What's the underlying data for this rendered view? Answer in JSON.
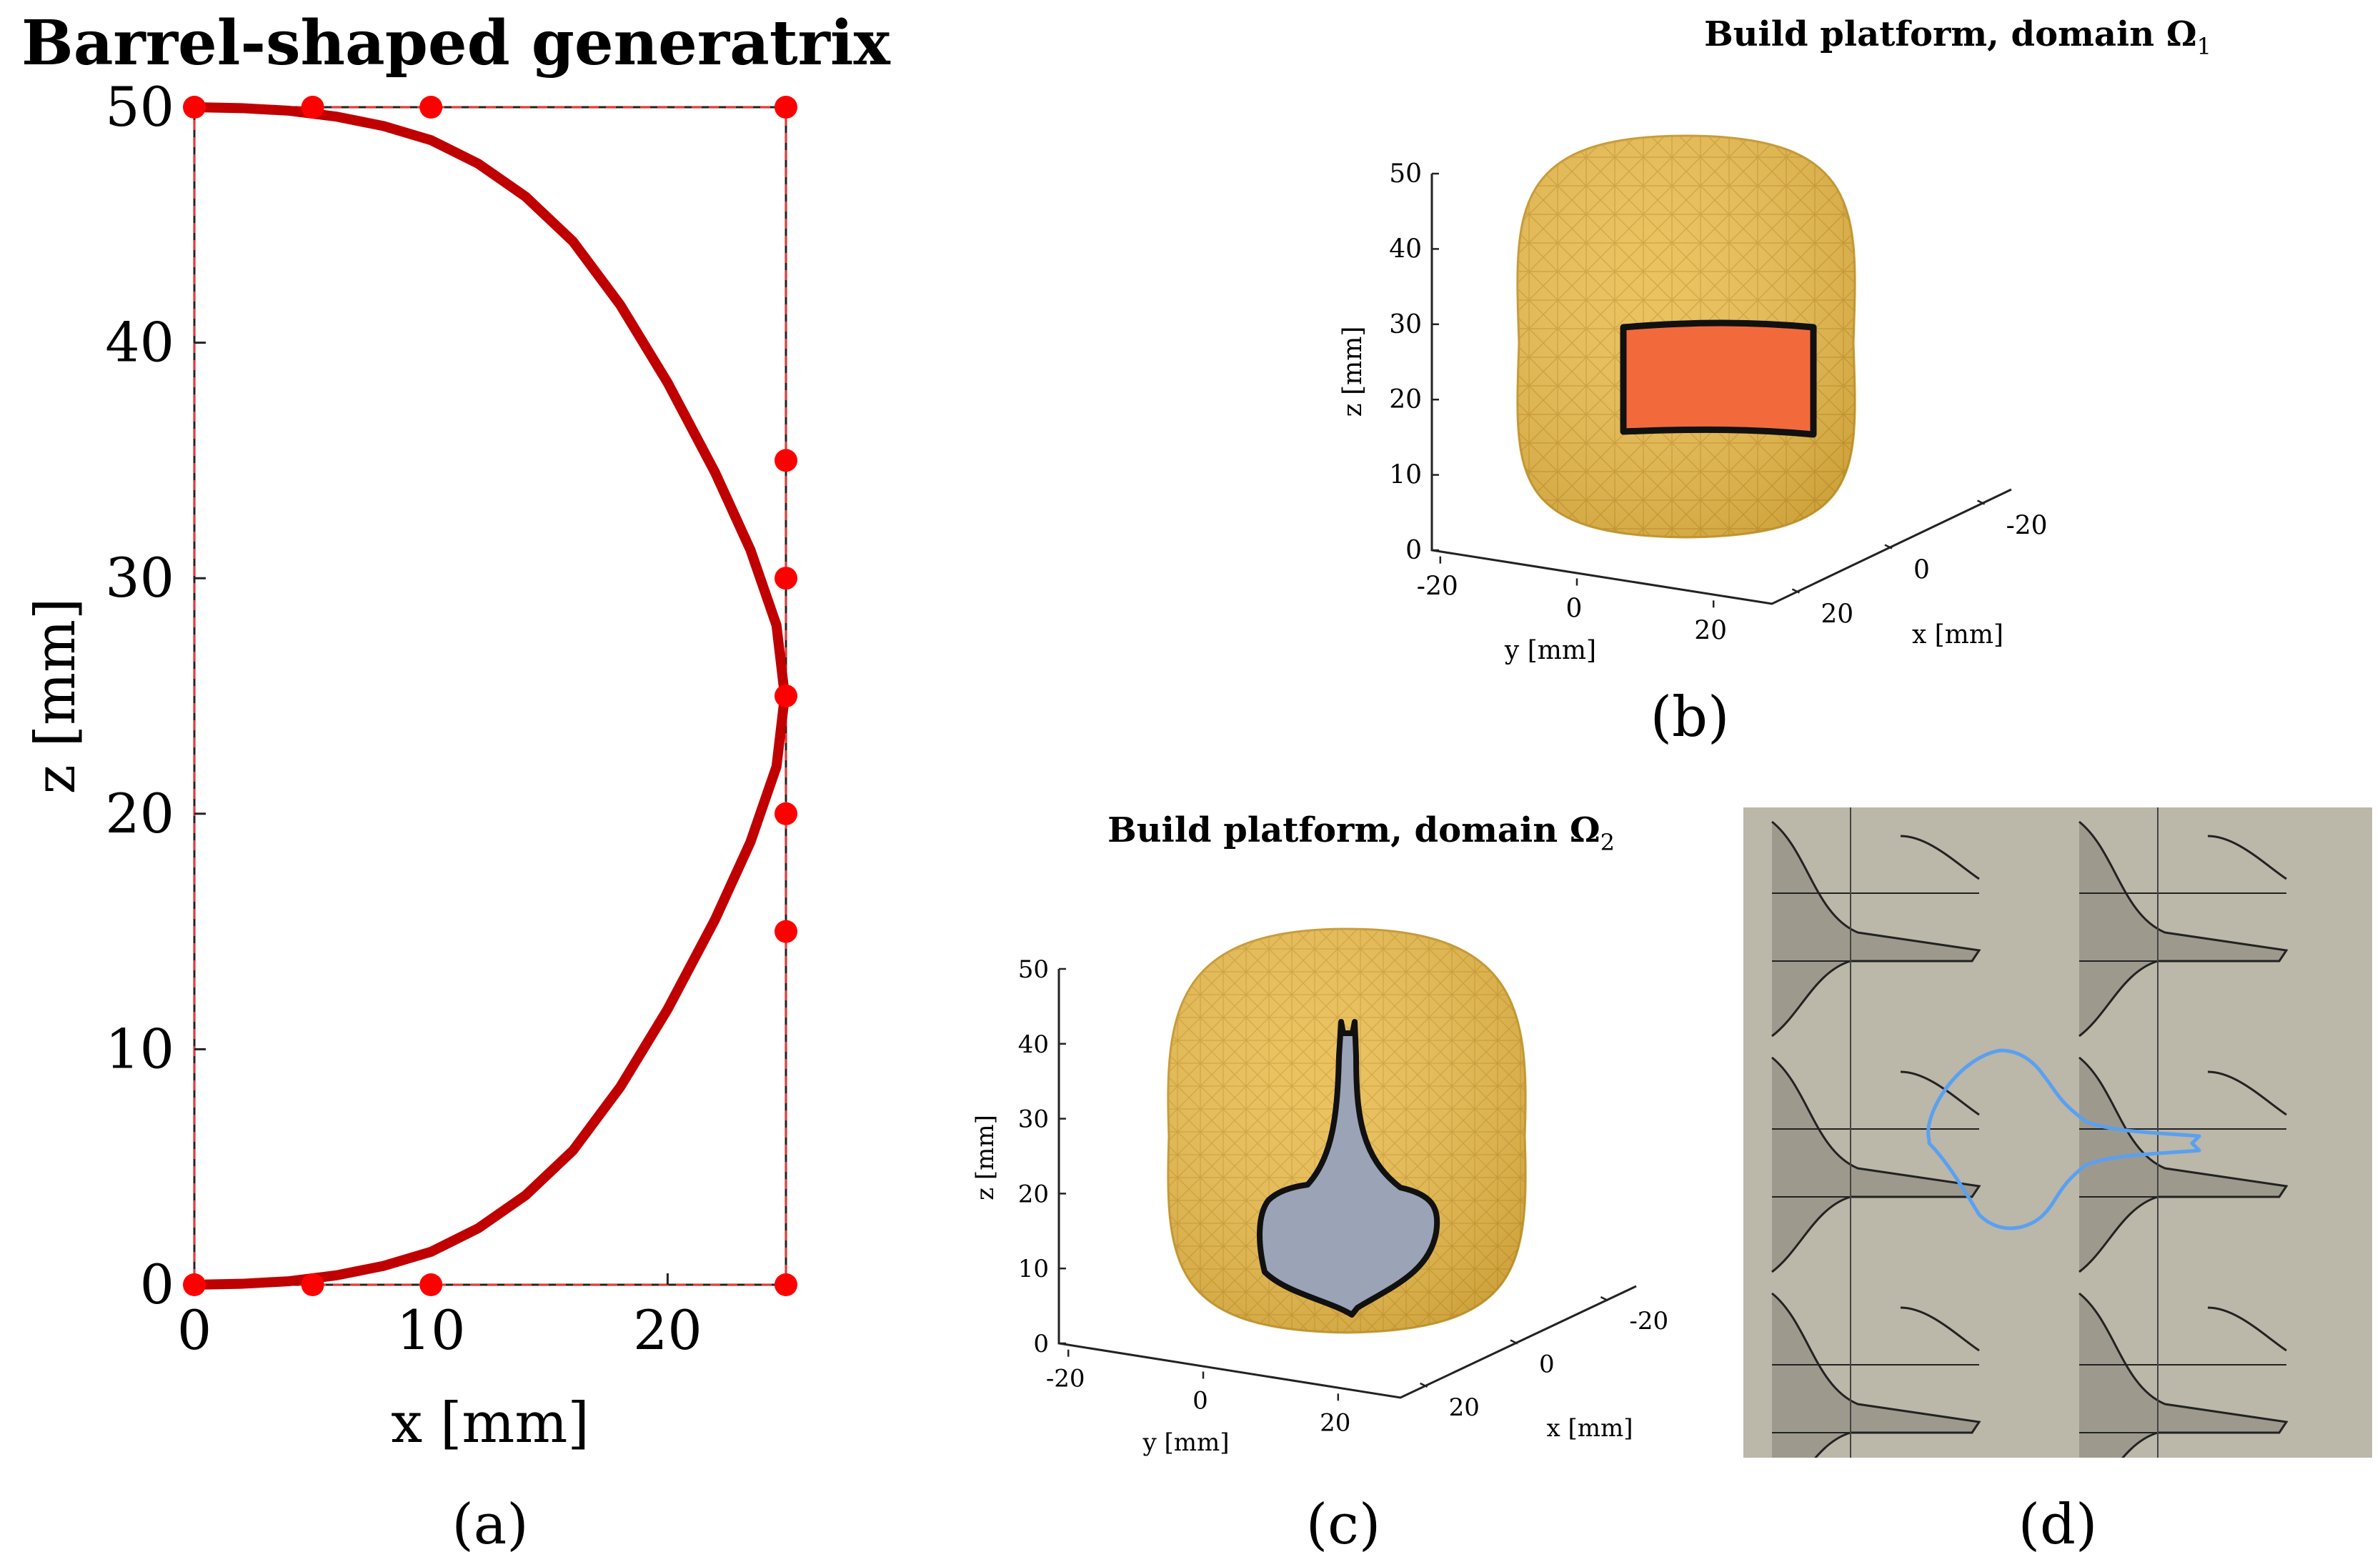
{
  "chart_data": [
    {
      "panel": "(a)",
      "type": "line",
      "title": "Barrel-shaped generatrix",
      "xlabel": "x [mm]",
      "ylabel": "z [mm]",
      "xlim": [
        0,
        25
      ],
      "ylim": [
        0,
        50
      ],
      "xticks": [
        0,
        10,
        20
      ],
      "yticks": [
        0,
        10,
        20,
        30,
        40,
        50
      ],
      "control_points": [
        [
          0,
          50
        ],
        [
          5,
          50
        ],
        [
          10,
          50
        ],
        [
          25,
          50
        ],
        [
          25,
          35
        ],
        [
          25,
          30
        ],
        [
          25,
          25
        ],
        [
          25,
          20
        ],
        [
          25,
          15
        ],
        [
          25,
          0
        ],
        [
          10,
          0
        ],
        [
          5,
          0
        ],
        [
          0,
          0
        ]
      ],
      "curve_points": [
        [
          0,
          50
        ],
        [
          2,
          49.96
        ],
        [
          4,
          49.85
        ],
        [
          6,
          49.6
        ],
        [
          8,
          49.2
        ],
        [
          10,
          48.6
        ],
        [
          12,
          47.6
        ],
        [
          14,
          46.2
        ],
        [
          16,
          44.3
        ],
        [
          18,
          41.6
        ],
        [
          20,
          38.3
        ],
        [
          22,
          34.5
        ],
        [
          23.5,
          31.2
        ],
        [
          24.6,
          28
        ],
        [
          24.95,
          25
        ],
        [
          24.6,
          22
        ],
        [
          23.5,
          18.8
        ],
        [
          22,
          15.5
        ],
        [
          20,
          11.7
        ],
        [
          18,
          8.4
        ],
        [
          16,
          5.7
        ],
        [
          14,
          3.8
        ],
        [
          12,
          2.4
        ],
        [
          10,
          1.4
        ],
        [
          8,
          0.8
        ],
        [
          6,
          0.4
        ],
        [
          4,
          0.15
        ],
        [
          2,
          0.04
        ],
        [
          0,
          0
        ]
      ],
      "curve_color": "#c00000",
      "point_color": "#ff0000"
    },
    {
      "panel": "(b)",
      "type": "surface",
      "title": "Build platform, domain Ω",
      "title_sub": "1",
      "xlabel": "x [mm]",
      "ylabel": "y [mm]",
      "zlabel": "z [mm]",
      "xticks": [
        -20,
        0,
        20
      ],
      "yticks": [
        -20,
        0,
        20
      ],
      "zticks": [
        0,
        10,
        20,
        30,
        40,
        50
      ],
      "surface_color": "#e8b94a",
      "domain_color": "#f26a3c"
    },
    {
      "panel": "(c)",
      "type": "surface",
      "title": "Build platform, domain Ω",
      "title_sub": "2",
      "xlabel": "x [mm]",
      "ylabel": "y [mm]",
      "zlabel": "z [mm]",
      "xticks": [
        -20,
        0,
        20
      ],
      "yticks": [
        -20,
        0,
        20
      ],
      "zticks": [
        0,
        10,
        20,
        30,
        40,
        50
      ],
      "surface_color": "#e8b94a",
      "domain_color": "#9aa3b5"
    },
    {
      "panel": "(d)",
      "type": "image",
      "background_color": "#bab6a8",
      "outline_color": "#4a90e2"
    }
  ],
  "labels": {
    "a": "(a)",
    "b": "(b)",
    "c": "(c)",
    "d": "(d)"
  }
}
